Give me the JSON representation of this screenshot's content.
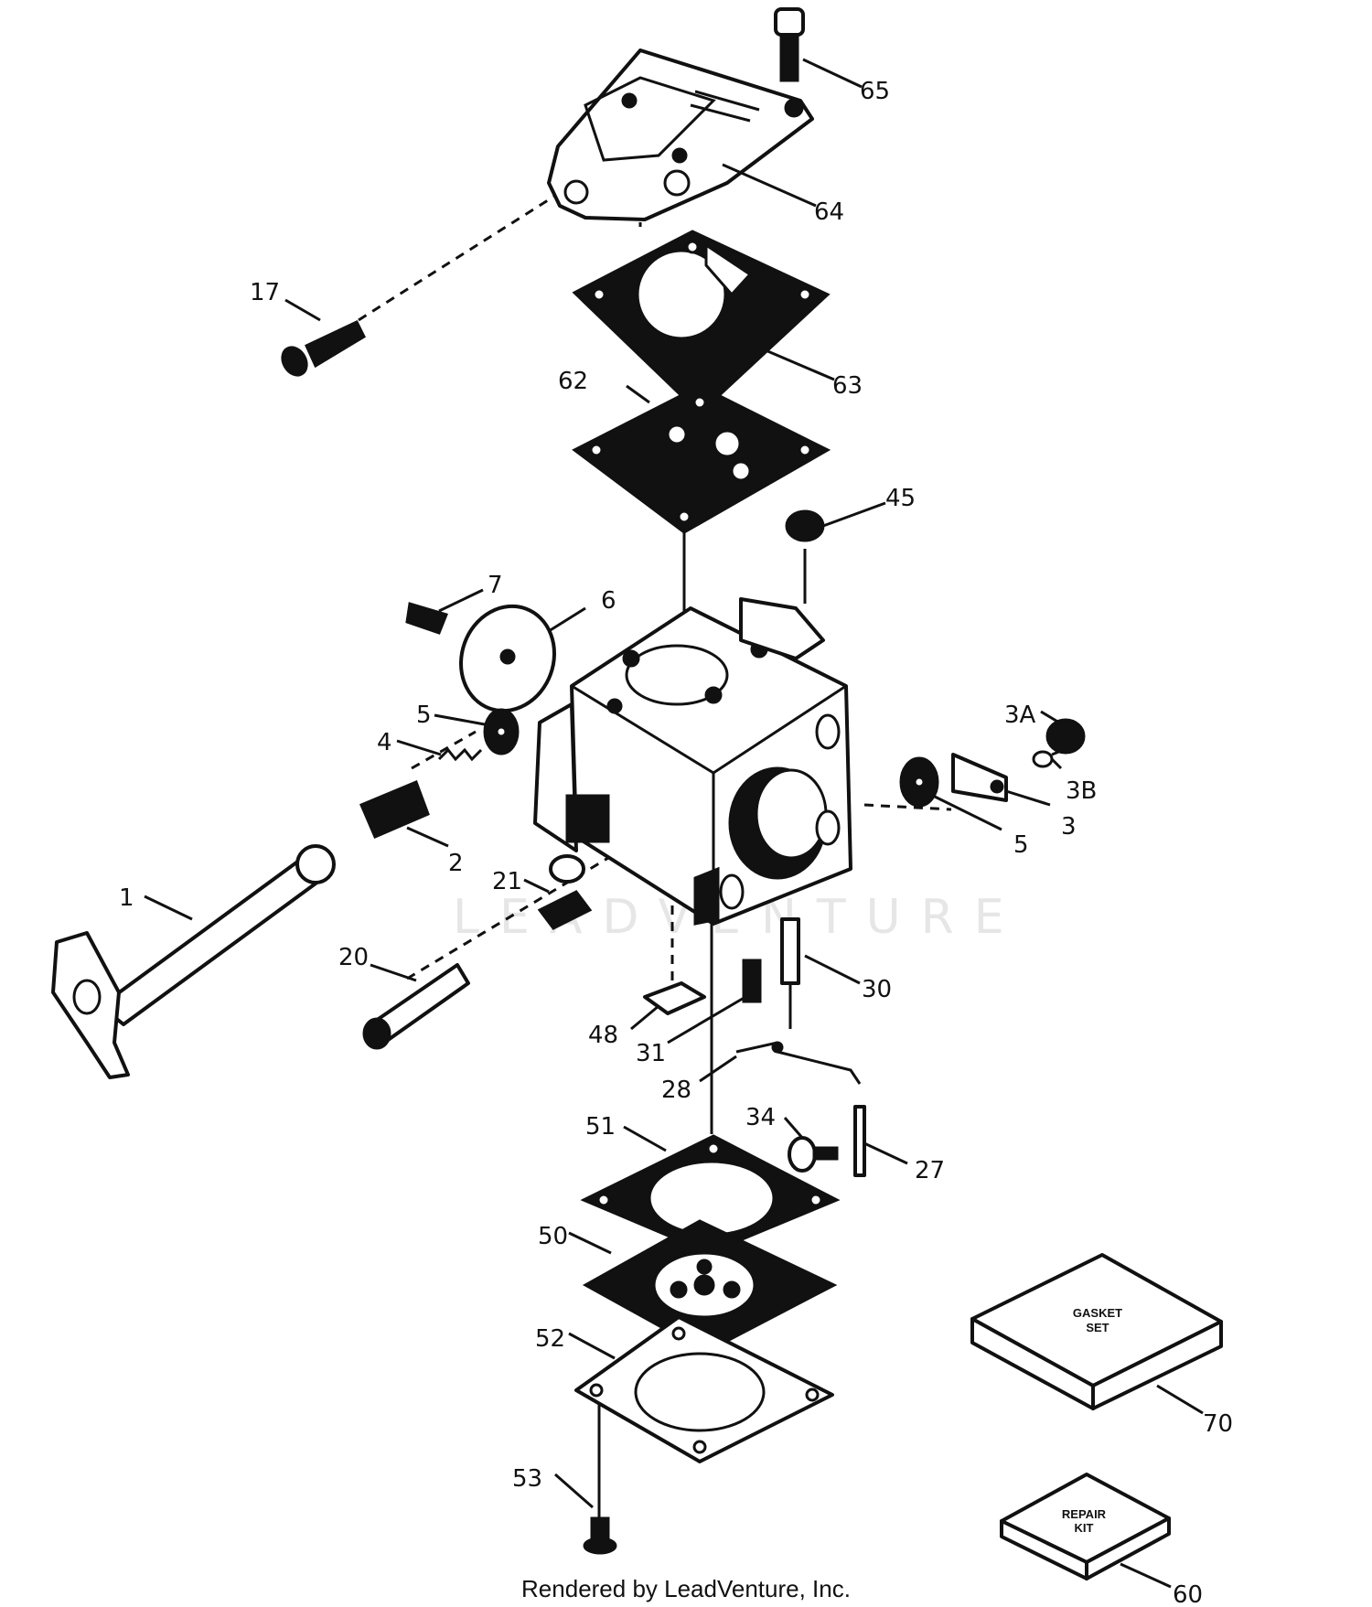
{
  "diagram": {
    "watermark": "LEADVENTURE",
    "callouts": [
      "65",
      "64",
      "17",
      "63",
      "62",
      "45",
      "7",
      "6",
      "3A",
      "5",
      "4",
      "3B",
      "3",
      "5",
      "2",
      "1",
      "21",
      "20",
      "30",
      "48",
      "31",
      "28",
      "34",
      "51",
      "27",
      "50",
      "52",
      "70",
      "53",
      "60"
    ],
    "boxes": {
      "gasket_set": [
        "GASKET",
        "SET"
      ],
      "repair_kit": [
        "REPAIR",
        "KIT"
      ]
    }
  },
  "footer": {
    "text": "Rendered by LeadVenture, Inc."
  }
}
